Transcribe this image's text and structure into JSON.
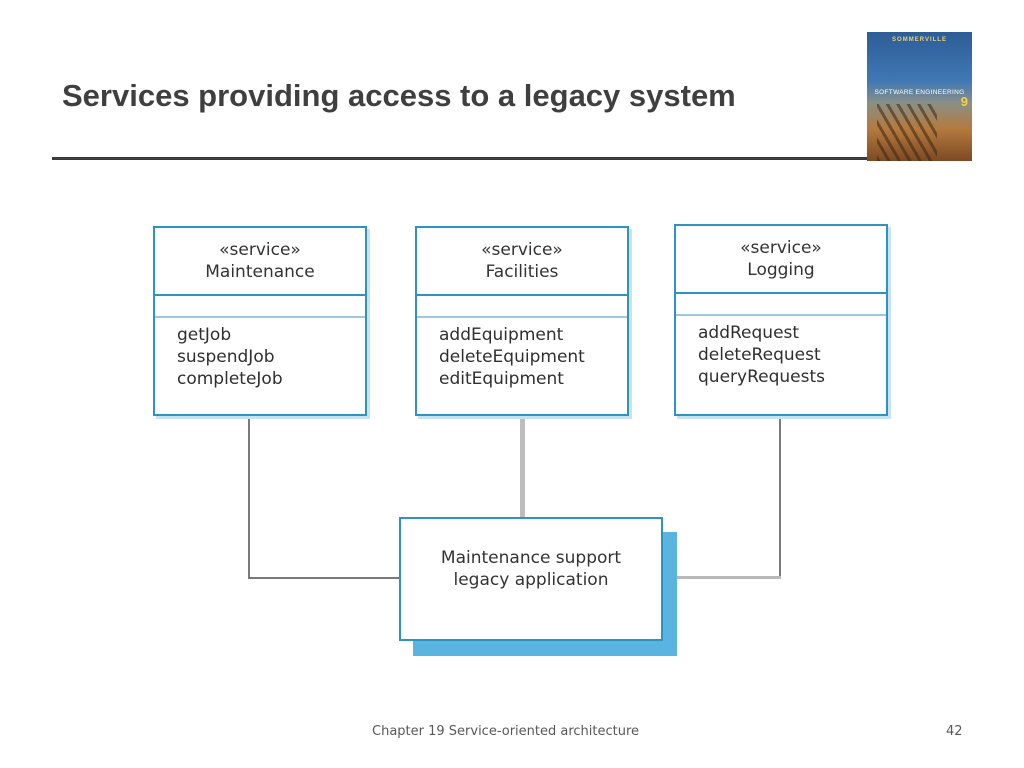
{
  "slide": {
    "title": "Services providing access to a legacy system",
    "footer_chapter": "Chapter 19 Service-oriented architecture",
    "page_number": "42"
  },
  "book_cover": {
    "author": "SOMMERVILLE",
    "series": "SOFTWARE ENGINEERING",
    "edition": "9"
  },
  "diagram": {
    "services": [
      {
        "stereotype": "«service»",
        "name": "Maintenance",
        "operations": [
          "getJob",
          "suspendJob",
          "completeJob"
        ]
      },
      {
        "stereotype": "«service»",
        "name": "Facilities",
        "operations": [
          "addEquipment",
          "deleteEquipment",
          "editEquipment"
        ]
      },
      {
        "stereotype": "«service»",
        "name": "Logging",
        "operations": [
          "addRequest",
          "deleteRequest",
          "queryRequests"
        ]
      }
    ],
    "legacy": {
      "line1": "Maintenance support",
      "line2": "legacy application"
    }
  },
  "colors": {
    "box_border": "#2f93c2",
    "shadow": "#59b4df",
    "connector": "#7a7a7a"
  }
}
